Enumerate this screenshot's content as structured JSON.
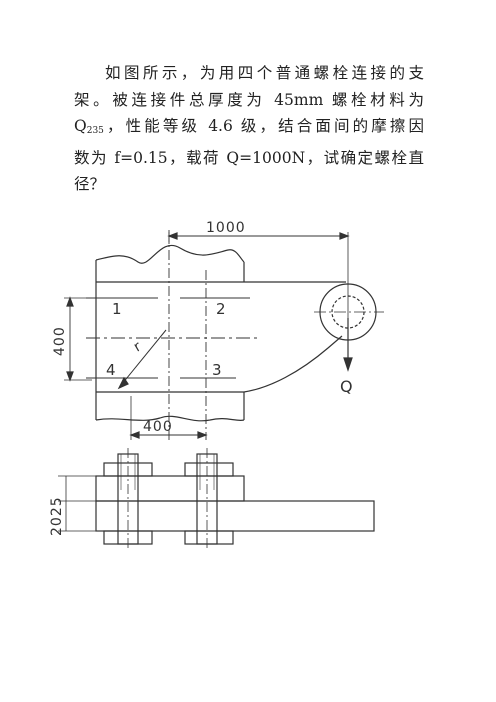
{
  "problem": {
    "line1": "如图所示，为用四个普通螺栓连接的支",
    "line2": "架。被连接件总厚度为  45mm  螺栓材料为",
    "line3_pre": "Q",
    "line3_sub": "235",
    "line3_post": "，性能等级  4.6  级，结合面间的摩擦因",
    "line4": "数为 f=0.15，载荷 Q=1000N，试确定螺栓直",
    "line5": "径？"
  },
  "drawing": {
    "dim_top": "1000",
    "dim_height": "400",
    "dim_bottom": "400",
    "bolt_1": "1",
    "bolt_2": "2",
    "bolt_3": "3",
    "bolt_4": "4",
    "radius_label": "r",
    "load_label": "Q",
    "dim_thickness": "2025"
  }
}
